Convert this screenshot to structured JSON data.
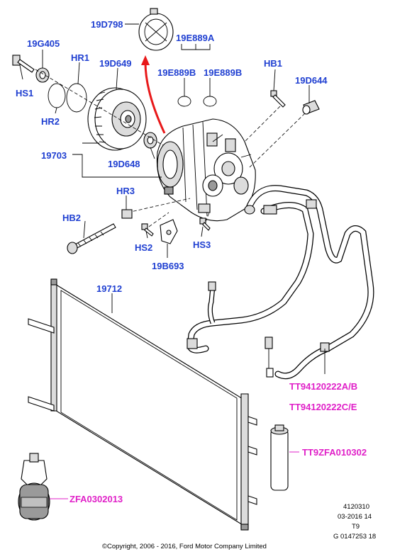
{
  "labels": {
    "p19D798": "19D798",
    "p19E889A": "19E889A",
    "p19G405": "19G405",
    "HR1": "HR1",
    "p19D649": "19D649",
    "p19E889B_left": "19E889B",
    "p19E889B_right": "19E889B",
    "HB1": "HB1",
    "p19D644": "19D644",
    "HS1": "HS1",
    "HR2": "HR2",
    "p19703": "19703",
    "p19D648": "19D648",
    "HR3": "HR3",
    "HB2": "HB2",
    "HS2": "HS2",
    "HS3": "HS3",
    "p19B693": "19B693",
    "p19712": "19712"
  },
  "service_labels": {
    "hose_ab": "TT94120222A/B",
    "hose_ce": "TT94120222C/E",
    "dryer": "TT9ZFA010302",
    "refrigerant": "ZFA0302013"
  },
  "footer": {
    "ref1": "4120310",
    "ref2": "03-2016 14",
    "ref3": "T9",
    "ref4": "G 0147253 18",
    "copyright": "©Copyright, 2006 - 2016, Ford Motor Company Limited"
  },
  "colors": {
    "part_label": "#1f3fd1",
    "service_label": "#e020c8",
    "arrow": "#e8191a",
    "line": "#000000"
  }
}
